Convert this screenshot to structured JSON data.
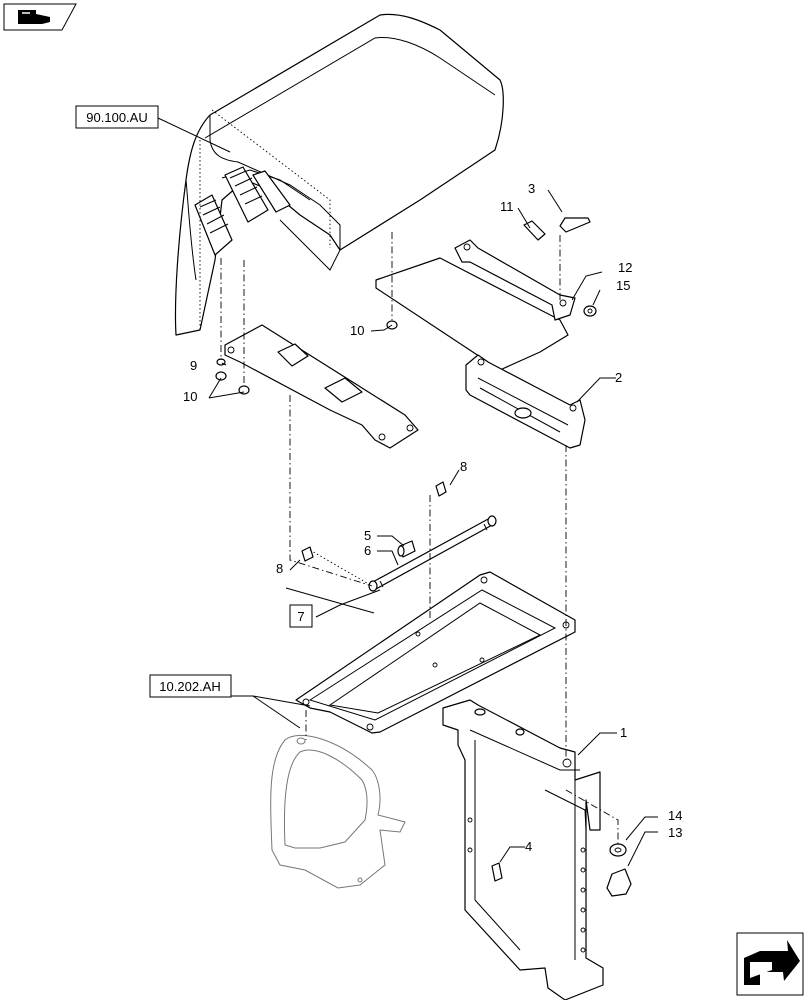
{
  "refs": {
    "ref_top": "90.100.AU",
    "ref_bottom": "10.202.AH",
    "ref_7": "7"
  },
  "callouts": {
    "c1": "1",
    "c2": "2",
    "c3": "3",
    "c4": "4",
    "c5": "5",
    "c6": "6",
    "c8a": "8",
    "c8b": "8",
    "c9": "9",
    "c10a": "10",
    "c10b": "10",
    "c11": "11",
    "c12": "12",
    "c13": "13",
    "c14": "14",
    "c15": "15"
  },
  "icons": {
    "top_left": "previous-page-arrow-icon",
    "bottom_right": "next-page-arrow-icon"
  },
  "colors": {
    "line": "#000000",
    "background": "#ffffff"
  }
}
